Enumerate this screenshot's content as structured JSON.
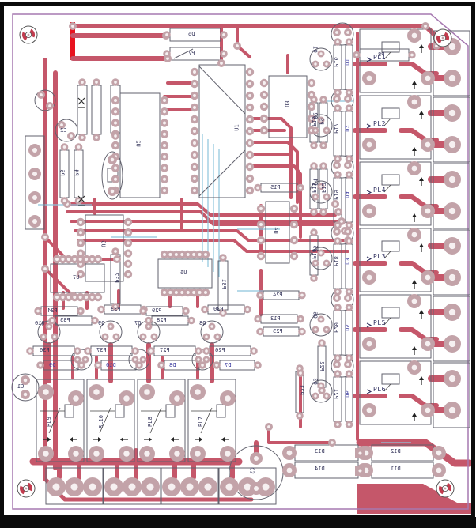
{
  "colors": {
    "trace": "#c5576a",
    "bright_trace": "#e8131f",
    "pour": "#c5576a",
    "pad_ring": "#c3a3a9",
    "pad_hole": "#f6f0f1",
    "board_outline": "#a678b0",
    "frame": "#0a0a0a",
    "silk_outline": "#62626e",
    "ratsnest": "#8cc4dc",
    "label_text": "#34345a",
    "label_text_blue": "#3d3da0",
    "fiducial_red": "#c23b4e"
  },
  "labels": {
    "relays_right": [
      "PL1",
      "PL2",
      "PL4",
      "PL3",
      "PL5",
      "PL6"
    ],
    "relays_bottom": [
      "RL9",
      "RL10",
      "RL8",
      "RL7"
    ],
    "transistors_right": [
      "Q1",
      "Q2",
      "Q4",
      "Q5",
      "Q6",
      "Q3"
    ],
    "resistors_right": [
      "P16",
      "P17",
      "P19",
      "P18",
      "P20",
      "P21"
    ],
    "diodes_right": [
      "D1",
      "D2",
      "D4",
      "D3",
      "D5",
      "D6"
    ],
    "transistors_bottom": [
      "Q10",
      "Q9",
      "Q7",
      "Q8"
    ],
    "resistors_bottom_upper": [
      "P34",
      "P33",
      "P29",
      "P30"
    ],
    "resistors_bottom_mid": [
      "P35",
      "P28"
    ],
    "resistors_bottom_lower": [
      "P36",
      "P37",
      "P27",
      "P26"
    ],
    "diodes_bottom_row": [
      "D9",
      "D10",
      "D8",
      "D7"
    ],
    "resistors_vertical": [
      "P32",
      "P31"
    ],
    "ics": [
      "U1",
      "U2",
      "U3",
      "U4",
      "U5",
      "U6",
      "U7"
    ],
    "capacitors": [
      "C1",
      "C2",
      "C3"
    ],
    "resistors_left": [
      "P5",
      "P4"
    ],
    "resistors_top": [
      "D6",
      "P7",
      "P8"
    ],
    "resistors_mid": [
      "P9",
      "P10",
      "P11",
      "P12",
      "P13",
      "P14",
      "P15"
    ],
    "resistors_misc": [
      "P22",
      "P23",
      "P24",
      "P25"
    ],
    "diode_block": [
      "D13",
      "D12",
      "D14",
      "D11"
    ]
  }
}
